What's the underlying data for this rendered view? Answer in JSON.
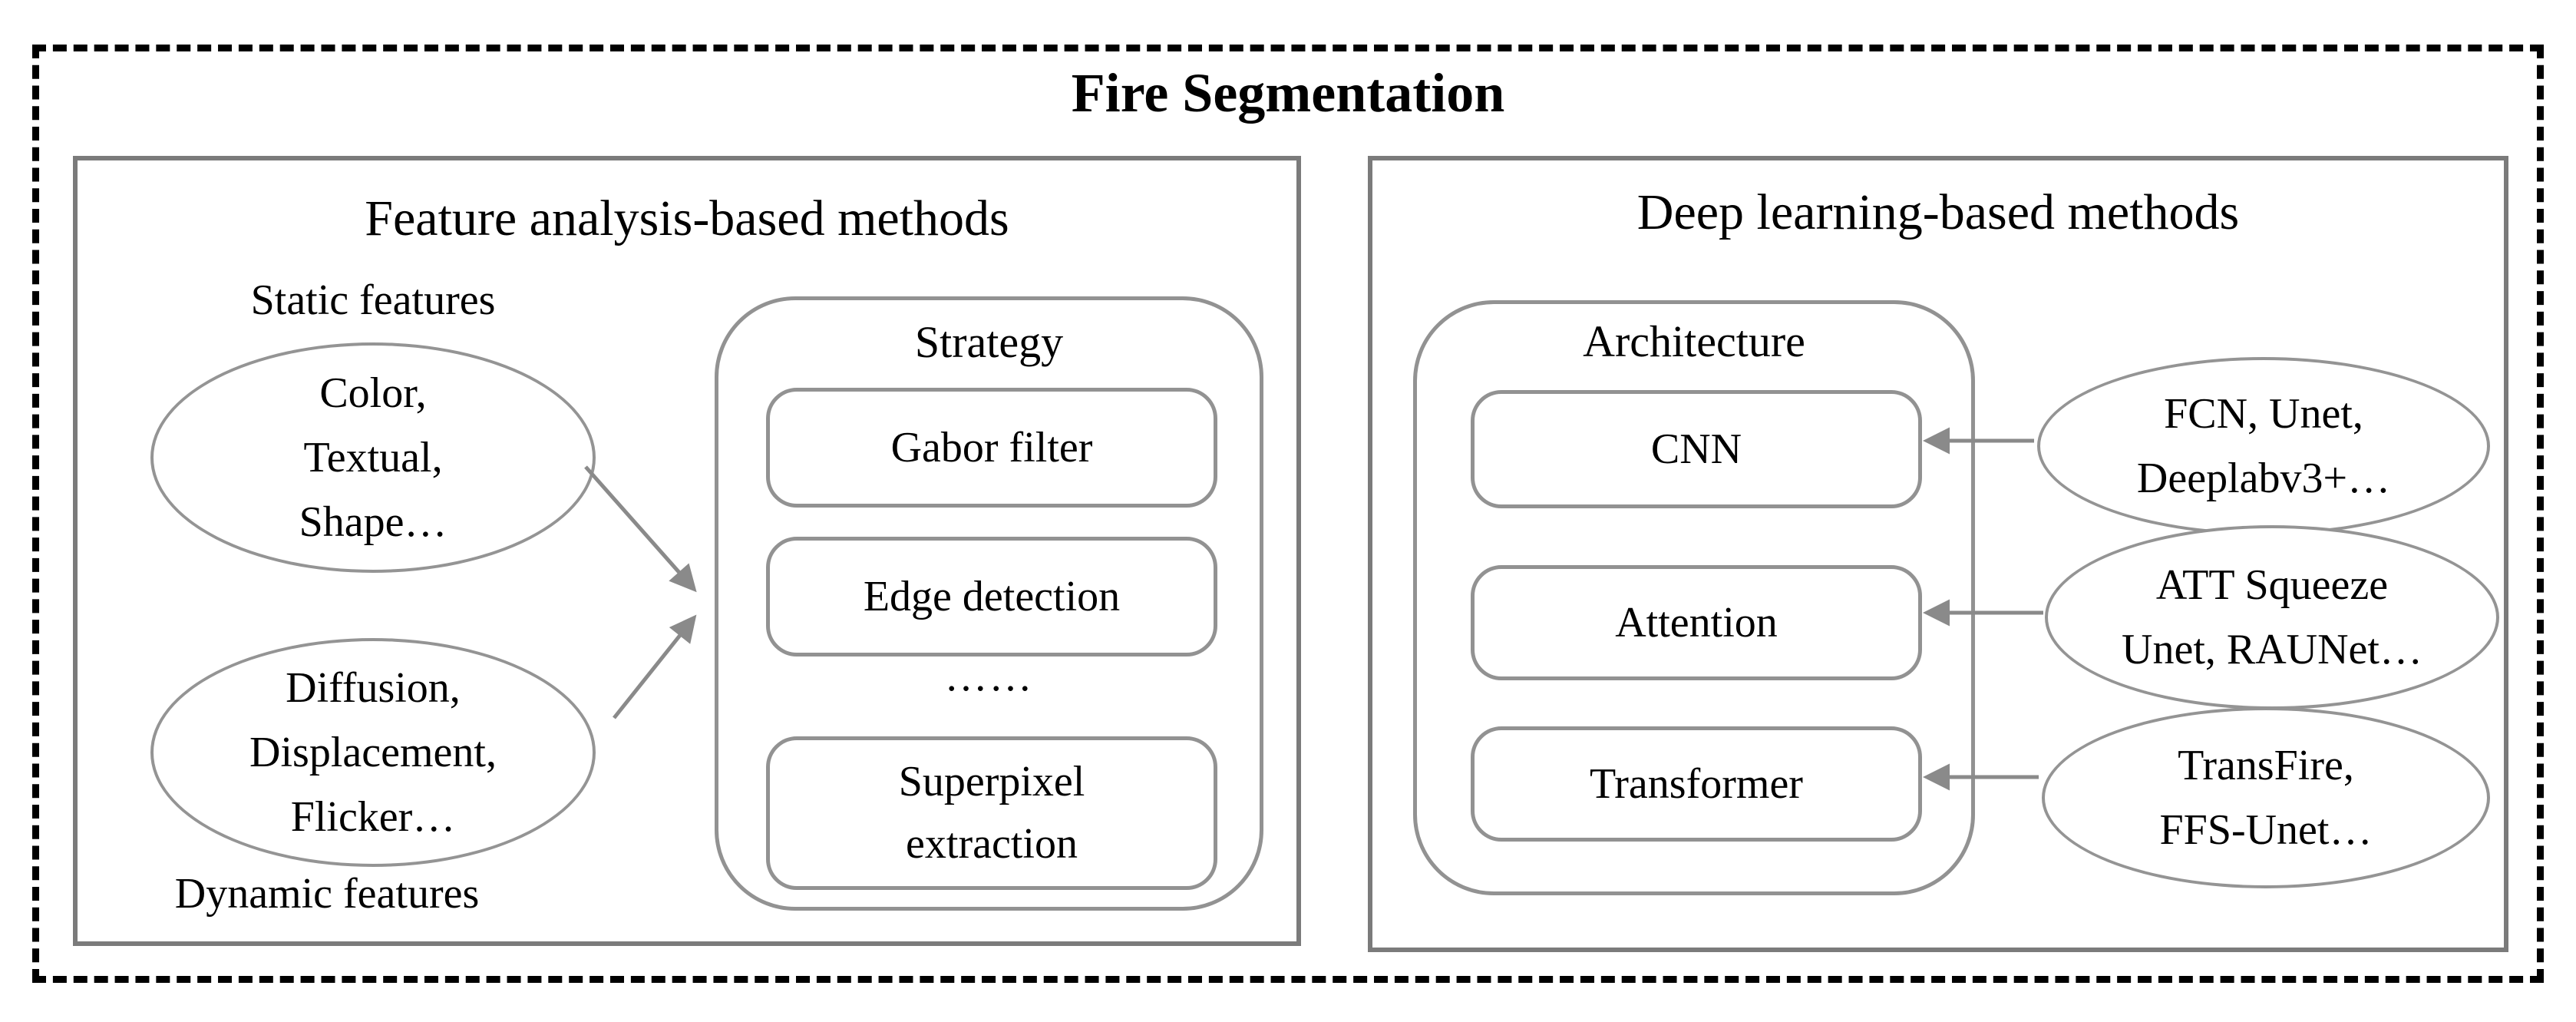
{
  "title": "Fire Segmentation",
  "left_panel": {
    "title": "Feature analysis-based methods",
    "static_label": "Static features",
    "dynamic_label": "Dynamic features",
    "static_ellipse": {
      "lines": [
        "Color,",
        "Textual,",
        "Shape…"
      ]
    },
    "dynamic_ellipse": {
      "lines": [
        "Diffusion,",
        "Displacement,",
        "Flicker…"
      ]
    },
    "strategy": {
      "label": "Strategy",
      "items": [
        "Gabor filter",
        "Edge detection",
        "……",
        "Superpixel extraction"
      ]
    }
  },
  "right_panel": {
    "title": "Deep learning-based methods",
    "architecture": {
      "label": "Architecture",
      "items": [
        "CNN",
        "Attention",
        "Transformer"
      ]
    },
    "model_ellipses": [
      {
        "lines": [
          "FCN, Unet,",
          "Deeplabv3+…"
        ]
      },
      {
        "lines": [
          "ATT Squeeze",
          "Unet, RAUNet…"
        ]
      },
      {
        "lines": [
          "TransFire,",
          "FFS-Unet…"
        ]
      }
    ]
  },
  "colors": {
    "panel_border": "#7b7b7b",
    "shape_border": "#929292",
    "arrow": "#8a8a8a",
    "text": "#000000",
    "background": "#ffffff"
  }
}
